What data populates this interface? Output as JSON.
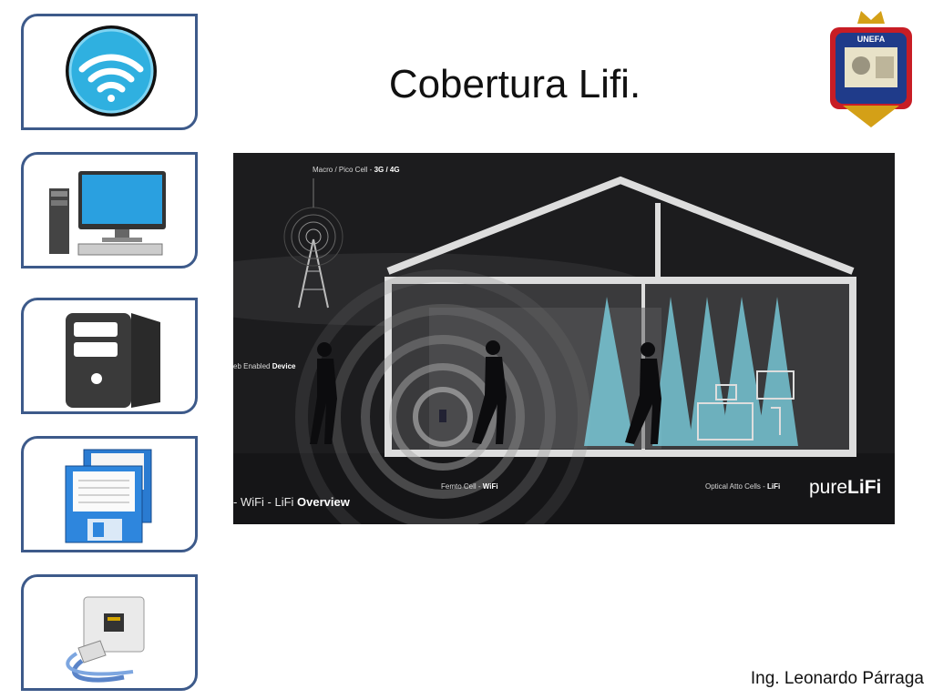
{
  "title": "Cobertura Lifi.",
  "author": "Ing. Leonardo Párraga",
  "sidebar": {
    "tiles": [
      {
        "icon": "wifi-icon"
      },
      {
        "icon": "desktop-computer-icon"
      },
      {
        "icon": "server-tower-icon"
      },
      {
        "icon": "floppy-disks-icon"
      },
      {
        "icon": "ethernet-port-icon"
      }
    ]
  },
  "logo": {
    "text": "UNEFA"
  },
  "figure": {
    "macro_label": "Macro / Pico Cell - ",
    "macro_bold": "3G / 4G",
    "device_label": "eb Enabled ",
    "device_bold": "Device",
    "femto_label": "Femto Cell - ",
    "femto_bold": "WiFi",
    "optical_label": "Optical Atto Cells - ",
    "optical_bold": "LiFi",
    "overview_prefix": "- WiFi - LiFi ",
    "overview_bold": "Overview",
    "brand_prefix": "pure",
    "brand_bold": "LiFi"
  },
  "colors": {
    "tile_border": "#3d5a8a",
    "lifi_cyan": "#7fd8e8",
    "background": "#1a1a1c"
  }
}
